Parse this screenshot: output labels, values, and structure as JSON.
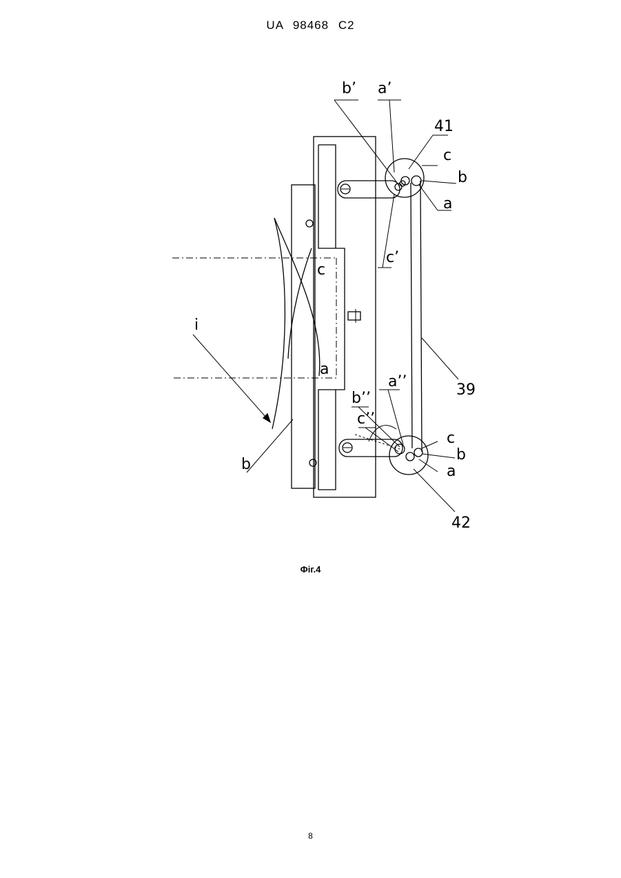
{
  "header": {
    "patent_number": "UA   98468   C2"
  },
  "figure": {
    "caption": "Фіг.4",
    "labels": {
      "b_prime": "b’",
      "a_prime": "a’",
      "num_41": "41",
      "c_top": "c",
      "b_top": "b",
      "a_top": "a",
      "c_prime": "c’",
      "c_mid": "c",
      "a_mid": "a",
      "i": "i",
      "num_39": "39",
      "a_dprime": "a’’",
      "b_dprime": "b’’",
      "c_dprime": "c’’",
      "c_bot": "c",
      "b_bot": "b",
      "a_bot": "a",
      "b_left": "b",
      "num_42": "42"
    }
  },
  "footer": {
    "page_number": "8"
  }
}
